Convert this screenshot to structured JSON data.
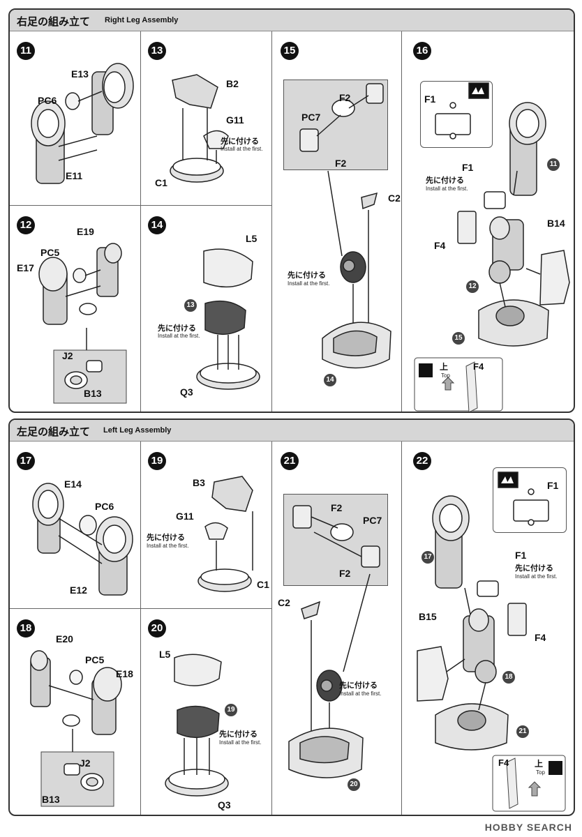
{
  "sections": {
    "right": {
      "title_jp": "右足の組み立て",
      "title_en": "Right Leg Assembly"
    },
    "left": {
      "title_jp": "左足の組み立て",
      "title_en": "Left Leg Assembly"
    }
  },
  "steps": {
    "s11": {
      "num": "11",
      "parts": [
        "E13",
        "PC6",
        "E11"
      ]
    },
    "s12": {
      "num": "12",
      "parts": [
        "E19",
        "PC5",
        "E17",
        "J2",
        "B13"
      ]
    },
    "s13": {
      "num": "13",
      "parts": [
        "B2",
        "G11",
        "C1"
      ]
    },
    "s14": {
      "num": "14",
      "parts": [
        "L5",
        "Q3"
      ],
      "ref": "13"
    },
    "s15": {
      "num": "15",
      "parts": [
        "F2",
        "PC7",
        "F2",
        "C2"
      ],
      "ref": "14"
    },
    "s16": {
      "num": "16",
      "parts": [
        "F1",
        "F1",
        "F4",
        "B14",
        "F4"
      ],
      "refs": [
        "11",
        "12",
        "15"
      ],
      "top_jp": "上",
      "top_en": "Top"
    },
    "s17": {
      "num": "17",
      "parts": [
        "E14",
        "PC6",
        "E12"
      ]
    },
    "s18": {
      "num": "18",
      "parts": [
        "E20",
        "PC5",
        "E18",
        "J2",
        "B13"
      ]
    },
    "s19": {
      "num": "19",
      "parts": [
        "B3",
        "G11",
        "C1"
      ]
    },
    "s20": {
      "num": "20",
      "parts": [
        "L5",
        "Q3"
      ],
      "ref": "19"
    },
    "s21": {
      "num": "21",
      "parts": [
        "F2",
        "PC7",
        "F2",
        "C2"
      ],
      "ref": "20"
    },
    "s22": {
      "num": "22",
      "parts": [
        "F1",
        "F1",
        "B15",
        "F4",
        "F4"
      ],
      "refs": [
        "17",
        "18",
        "21"
      ],
      "top_jp": "上",
      "top_en": "Top"
    }
  },
  "install_first": {
    "jp": "先に付ける",
    "en": "Install at the first."
  },
  "watermark": "HOBBY SEARCH"
}
